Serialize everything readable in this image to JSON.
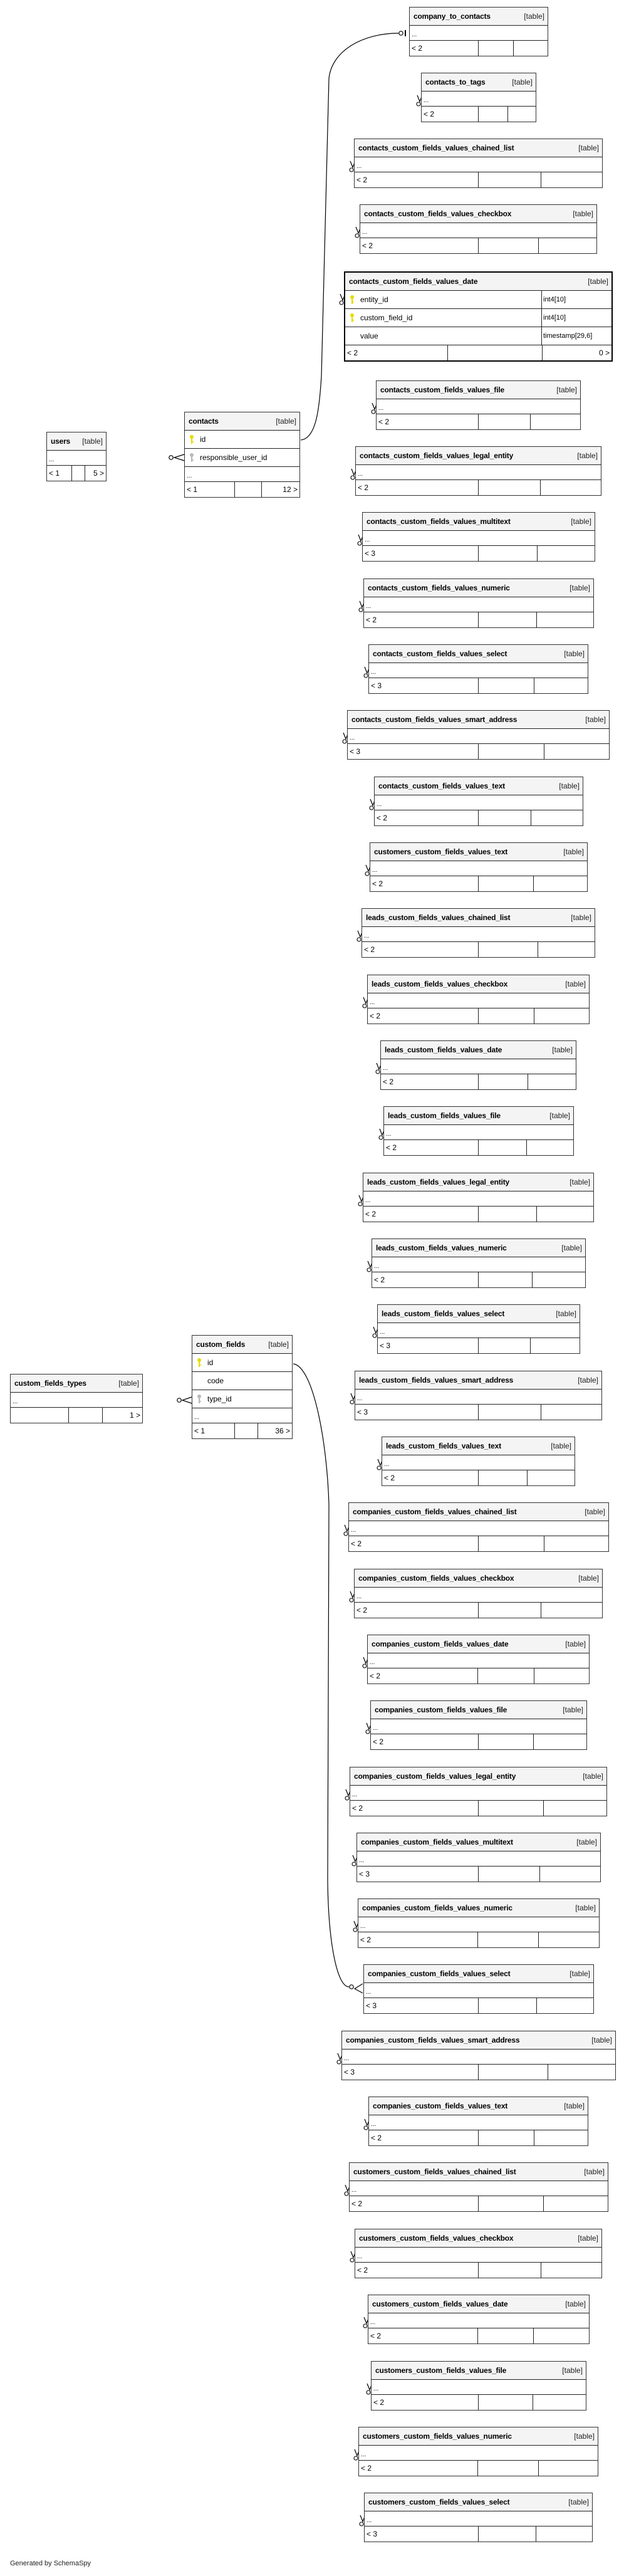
{
  "type_label": "[table]",
  "ellipsis": "...",
  "generated_by": "Generated by SchemaSpy",
  "colors": {
    "primary_key": "#e6dc00",
    "foreign_key": "#b8b8b8",
    "border": "#333333",
    "header_bg": "#f4f4f4"
  },
  "tables": [
    {
      "name": "company_to_contacts",
      "footer": [
        "< 2",
        "",
        ""
      ]
    },
    {
      "name": "contacts_to_tags",
      "footer": [
        "< 2",
        "",
        ""
      ]
    },
    {
      "name": "contacts_custom_fields_values_chained_list",
      "footer": [
        "< 2",
        "",
        ""
      ]
    },
    {
      "name": "contacts_custom_fields_values_checkbox",
      "footer": [
        "< 2",
        "",
        ""
      ]
    },
    {
      "name": "contacts_custom_fields_values_date",
      "focus": true,
      "columns": [
        {
          "name": "entity_id",
          "key": "primary",
          "type": "int4[10]"
        },
        {
          "name": "custom_field_id",
          "key": "primary",
          "type": "int4[10]"
        },
        {
          "name": "value",
          "key": "none",
          "type": "timestamp[29,6]"
        }
      ],
      "footer": [
        "< 2",
        "",
        "0 >"
      ]
    },
    {
      "name": "users",
      "footer": [
        "< 1",
        "",
        "5 >"
      ]
    },
    {
      "name": "contacts",
      "columns": [
        {
          "name": "id",
          "key": "primary"
        },
        {
          "name": "responsible_user_id",
          "key": "foreign"
        }
      ],
      "more": true,
      "footer": [
        "< 1",
        "",
        "12 >"
      ]
    },
    {
      "name": "contacts_custom_fields_values_file",
      "footer": [
        "< 2",
        "",
        ""
      ]
    },
    {
      "name": "contacts_custom_fields_values_legal_entity",
      "footer": [
        "< 2",
        "",
        ""
      ]
    },
    {
      "name": "contacts_custom_fields_values_multitext",
      "footer": [
        "< 3",
        "",
        ""
      ]
    },
    {
      "name": "contacts_custom_fields_values_numeric",
      "footer": [
        "< 2",
        "",
        ""
      ]
    },
    {
      "name": "contacts_custom_fields_values_select",
      "footer": [
        "< 3",
        "",
        ""
      ]
    },
    {
      "name": "contacts_custom_fields_values_smart_address",
      "footer": [
        "< 3",
        "",
        ""
      ]
    },
    {
      "name": "contacts_custom_fields_values_text",
      "footer": [
        "< 2",
        "",
        ""
      ]
    },
    {
      "name": "customers_custom_fields_values_text",
      "footer": [
        "< 2",
        "",
        ""
      ]
    },
    {
      "name": "leads_custom_fields_values_chained_list",
      "footer": [
        "< 2",
        "",
        ""
      ]
    },
    {
      "name": "leads_custom_fields_values_checkbox",
      "footer": [
        "< 2",
        "",
        ""
      ]
    },
    {
      "name": "leads_custom_fields_values_date",
      "footer": [
        "< 2",
        "",
        ""
      ]
    },
    {
      "name": "leads_custom_fields_values_file",
      "footer": [
        "< 2",
        "",
        ""
      ]
    },
    {
      "name": "leads_custom_fields_values_legal_entity",
      "footer": [
        "< 2",
        "",
        ""
      ]
    },
    {
      "name": "leads_custom_fields_values_numeric",
      "footer": [
        "< 2",
        "",
        ""
      ]
    },
    {
      "name": "leads_custom_fields_values_select",
      "footer": [
        "< 3",
        "",
        ""
      ]
    },
    {
      "name": "leads_custom_fields_values_smart_address",
      "footer": [
        "< 3",
        "",
        ""
      ]
    },
    {
      "name": "leads_custom_fields_values_text",
      "footer": [
        "< 2",
        "",
        ""
      ]
    },
    {
      "name": "custom_fields_types",
      "footer": [
        "",
        "",
        "1 >"
      ]
    },
    {
      "name": "custom_fields",
      "columns": [
        {
          "name": "id",
          "key": "primary"
        },
        {
          "name": "code",
          "key": "none"
        },
        {
          "name": "type_id",
          "key": "foreign"
        }
      ],
      "more": true,
      "footer": [
        "< 1",
        "",
        "36 >"
      ]
    },
    {
      "name": "companies_custom_fields_values_chained_list",
      "footer": [
        "< 2",
        "",
        ""
      ]
    },
    {
      "name": "companies_custom_fields_values_checkbox",
      "footer": [
        "< 2",
        "",
        ""
      ]
    },
    {
      "name": "companies_custom_fields_values_date",
      "footer": [
        "< 2",
        "",
        ""
      ]
    },
    {
      "name": "companies_custom_fields_values_file",
      "footer": [
        "< 2",
        "",
        ""
      ]
    },
    {
      "name": "companies_custom_fields_values_legal_entity",
      "footer": [
        "< 2",
        "",
        ""
      ]
    },
    {
      "name": "companies_custom_fields_values_multitext",
      "footer": [
        "< 3",
        "",
        ""
      ]
    },
    {
      "name": "companies_custom_fields_values_numeric",
      "footer": [
        "< 2",
        "",
        ""
      ]
    },
    {
      "name": "companies_custom_fields_values_select",
      "footer": [
        "< 3",
        "",
        ""
      ]
    },
    {
      "name": "companies_custom_fields_values_smart_address",
      "footer": [
        "< 3",
        "",
        ""
      ]
    },
    {
      "name": "companies_custom_fields_values_text",
      "footer": [
        "< 2",
        "",
        ""
      ]
    },
    {
      "name": "customers_custom_fields_values_chained_list",
      "footer": [
        "< 2",
        "",
        ""
      ]
    },
    {
      "name": "customers_custom_fields_values_checkbox",
      "footer": [
        "< 2",
        "",
        ""
      ]
    },
    {
      "name": "customers_custom_fields_values_date",
      "footer": [
        "< 2",
        "",
        ""
      ]
    },
    {
      "name": "customers_custom_fields_values_file",
      "footer": [
        "< 2",
        "",
        ""
      ]
    },
    {
      "name": "customers_custom_fields_values_numeric",
      "footer": [
        "< 2",
        "",
        ""
      ]
    },
    {
      "name": "customers_custom_fields_values_select",
      "footer": [
        "< 3",
        "",
        ""
      ]
    }
  ]
}
